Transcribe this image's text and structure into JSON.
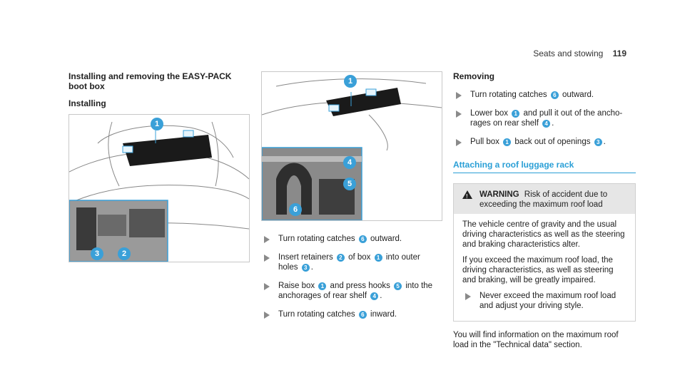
{
  "header": {
    "section": "Seats and stowing",
    "page": "119"
  },
  "col1": {
    "title": "Installing and removing the EASY-PACK boot box",
    "subtitle": "Installing",
    "fig_callouts": [
      "1",
      "3",
      "2"
    ]
  },
  "col2": {
    "fig_callouts": [
      "1",
      "4",
      "5",
      "6"
    ],
    "steps": [
      {
        "pre": "Turn rotating catches",
        "b1": "6",
        "post": "outward."
      },
      {
        "pre": "Insert retainers",
        "b1": "2",
        "mid": "of box",
        "b2": "1",
        "post": "into outer holes",
        "b3": "3",
        "end": "."
      },
      {
        "pre": "Raise box",
        "b1": "1",
        "mid": "and press hooks",
        "b2": "5",
        "post": "into the anchorages of rear shelf",
        "b3": "4",
        "end": "."
      },
      {
        "pre": "Turn rotating catches",
        "b1": "6",
        "post": "inward."
      }
    ]
  },
  "col3": {
    "subtitle": "Removing",
    "steps": [
      {
        "pre": "Turn rotating catches",
        "b1": "6",
        "post": "outward."
      },
      {
        "pre": "Lower box",
        "b1": "1",
        "mid": "and pull it out of the ancho- rages on rear shelf",
        "b2": "4",
        "post": "."
      },
      {
        "pre": "Pull box",
        "b1": "1",
        "mid": "back out of openings",
        "b2": "3",
        "post": "."
      }
    ],
    "section_title": "Attaching a roof luggage rack",
    "warning": {
      "label": "WARNING",
      "text": "Risk of accident due to exceeding the maximum roof load",
      "para1": "The vehicle centre of gravity and the usual driving characteristics as well as the steering and braking characteristics alter.",
      "para2": "If you exceed the maximum roof load, the driving characteristics, as well as steering and braking, will be greatly impaired.",
      "step": "Never exceed the maximum roof load and adjust your driving style."
    },
    "closing": "You will find information on the maximum roof load in the \"Technical data\" section."
  },
  "colors": {
    "accent": "#2a9fd6",
    "badge": "#3aa0d8",
    "inset_bg": "#8a8a8a"
  }
}
